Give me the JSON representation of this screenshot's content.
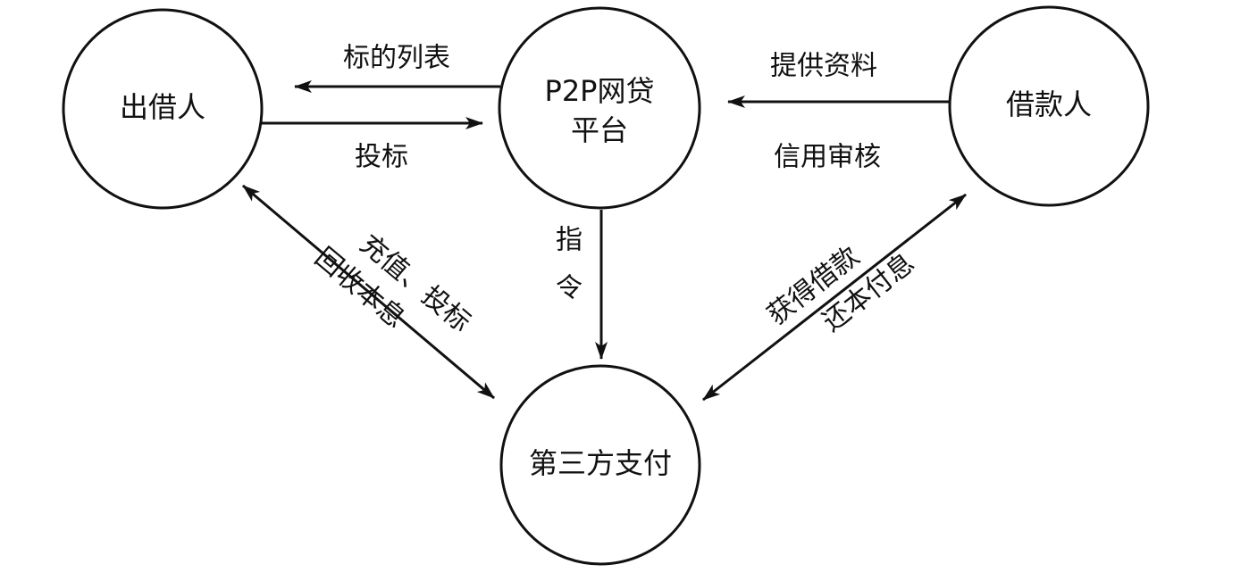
{
  "nodes": {
    "lender": {
      "label": "出借人"
    },
    "platform": {
      "line1": "P2P网贷",
      "line2": "平台"
    },
    "borrower": {
      "label": "借款人"
    },
    "payment": {
      "label": "第三方支付"
    }
  },
  "edges": {
    "listing": {
      "label": "标的列表"
    },
    "bid": {
      "label": "投标"
    },
    "provide_info": {
      "label": "提供资料"
    },
    "credit_review": {
      "label": "信用审核"
    },
    "instruction": {
      "char1": "指",
      "char2": "令"
    },
    "lender_payment": {
      "line1": "充值、投标",
      "line2": "回收本息"
    },
    "borrower_payment": {
      "line1": "获得借款",
      "line2": "还本付息"
    }
  },
  "colors": {
    "stroke": "#111111",
    "background": "#ffffff"
  }
}
